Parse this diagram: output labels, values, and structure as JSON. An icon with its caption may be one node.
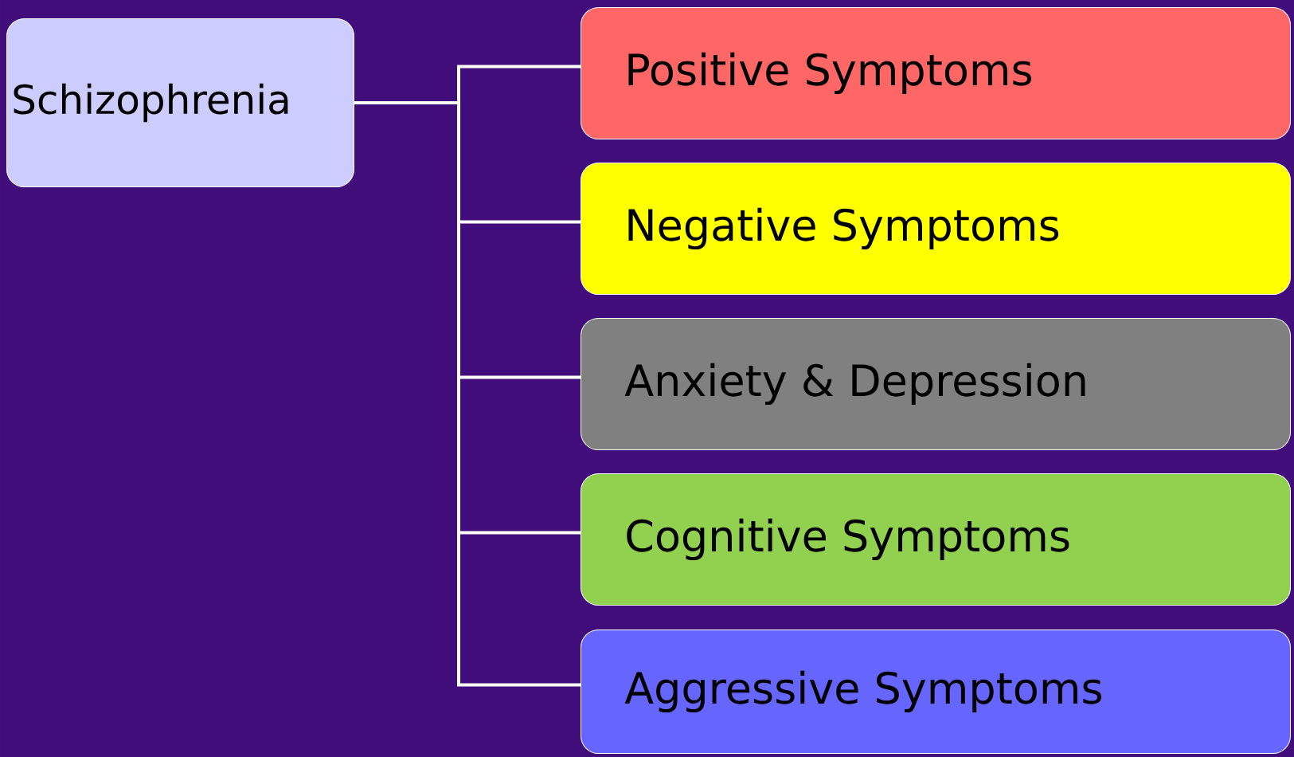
{
  "diagram": {
    "nodes": [
      {
        "text": [
          "Schizophrenia"
        ]
      },
      {
        "text": [
          "Positive Symptoms"
        ]
      },
      {
        "text": [
          "Negative Symptoms"
        ]
      },
      {
        "text": [
          "Anxiety & Depression"
        ]
      },
      {
        "text": [
          "Cognitive Symptoms"
        ]
      },
      {
        "text": [
          "Aggressive Symptoms"
        ]
      }
    ],
    "edges": [
      {
        "from": 0,
        "to": 1,
        "arrow": "none"
      },
      {
        "from": 0,
        "to": 2,
        "arrow": "none"
      },
      {
        "from": 0,
        "to": 3,
        "arrow": "none"
      },
      {
        "from": 0,
        "to": 4,
        "arrow": "none"
      },
      {
        "from": 0,
        "to": 5,
        "arrow": "none"
      }
    ]
  }
}
